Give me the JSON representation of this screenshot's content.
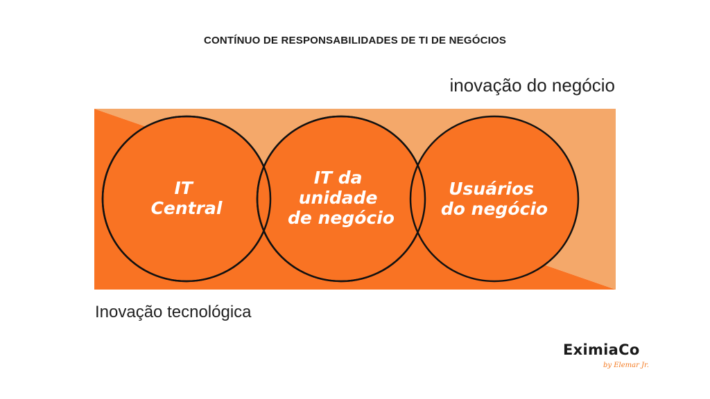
{
  "title": "CONTÍNUO DE RESPONSABILIDADES DE TI DE NEGÓCIOS",
  "top_label": "inovação do negócio",
  "bottom_label": "Inovação tecnológica",
  "circles": [
    {
      "lines": [
        "IT",
        "Central"
      ]
    },
    {
      "lines": [
        "IT da",
        "unidade",
        "de negócio"
      ]
    },
    {
      "lines": [
        "Usuários",
        "do negócio"
      ]
    }
  ],
  "logo": {
    "name": "EximiaCo",
    "tagline": "by Elemar Jr."
  },
  "colors": {
    "dark_orange": "#f97323",
    "light_orange": "#f4a86a",
    "circle_fill": "#f97323",
    "circle_stroke": "#111111",
    "circle_text": "#ffffff",
    "accent": "#f47a20"
  }
}
